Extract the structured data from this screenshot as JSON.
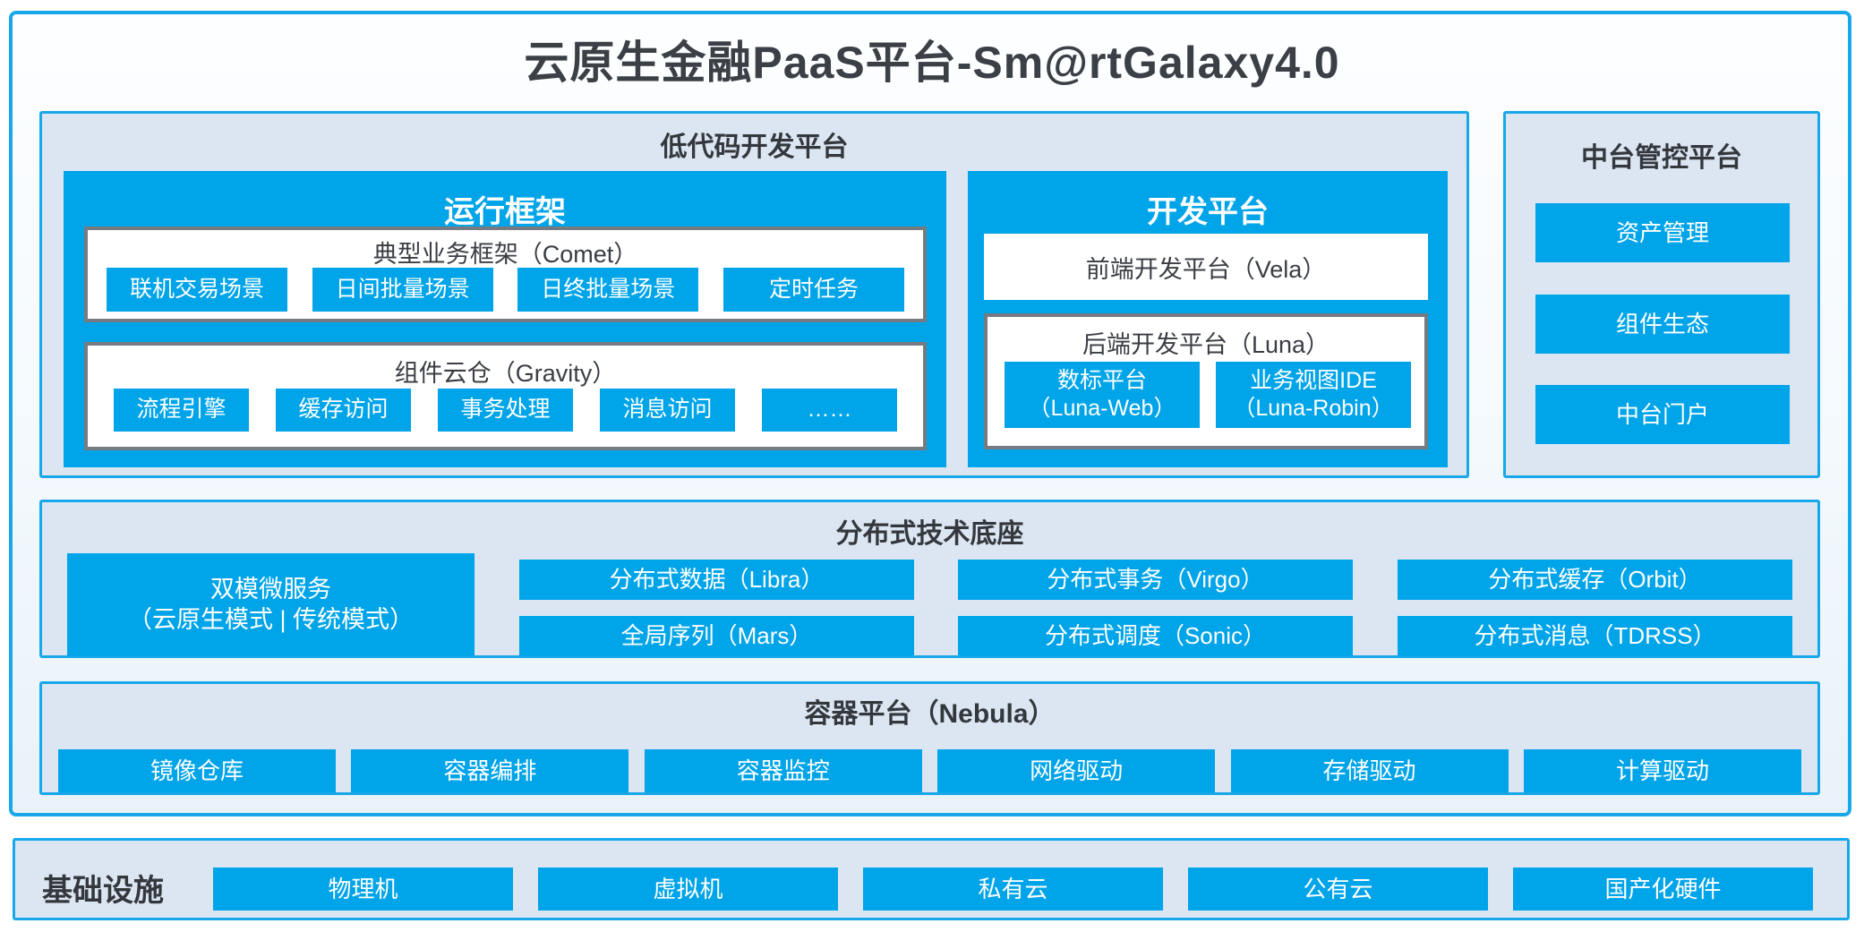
{
  "title": "云原生金融PaaS平台-Sm@rtGalaxy4.0",
  "colors": {
    "accent_blue": "#00a4e8",
    "panel_border_blue": "#18a8ea",
    "panel_bg": "#dce6f2",
    "gray_box_border": "#767b81",
    "dark_text": "#3a3e44"
  },
  "lowcode": {
    "title": "低代码开发平台",
    "runtime": {
      "title": "运行框架",
      "comet": {
        "title": "典型业务框架（Comet）",
        "buttons": [
          "联机交易场景",
          "日间批量场景",
          "日终批量场景",
          "定时任务"
        ]
      },
      "gravity": {
        "title": "组件云仓（Gravity）",
        "buttons": [
          "流程引擎",
          "缓存访问",
          "事务处理",
          "消息访问",
          "……"
        ]
      }
    },
    "dev": {
      "title": "开发平台",
      "vela": "前端开发平台（Vela）",
      "luna": {
        "title": "后端开发平台（Luna）",
        "buttons": [
          {
            "line1": "数标平台",
            "line2": "（Luna-Web）"
          },
          {
            "line1": "业务视图IDE",
            "line2": "（Luna-Robin）"
          }
        ]
      }
    }
  },
  "console": {
    "title": "中台管控平台",
    "buttons": [
      "资产管理",
      "组件生态",
      "中台门户"
    ]
  },
  "dist": {
    "title": "分布式技术底座",
    "dual_mode": {
      "line1": "双模微服务",
      "line2": "（云原生模式 | 传统模式）"
    },
    "grid": [
      "分布式数据（Libra）",
      "分布式事务（Virgo）",
      "分布式缓存（Orbit）",
      "全局序列（Mars）",
      "分布式调度（Sonic）",
      "分布式消息（TDRSS）"
    ]
  },
  "container_platform": {
    "title": "容器平台（Nebula）",
    "buttons": [
      "镜像仓库",
      "容器编排",
      "容器监控",
      "网络驱动",
      "存储驱动",
      "计算驱动"
    ]
  },
  "infra": {
    "title": "基础设施",
    "buttons": [
      "物理机",
      "虚拟机",
      "私有云",
      "公有云",
      "国产化硬件"
    ]
  }
}
